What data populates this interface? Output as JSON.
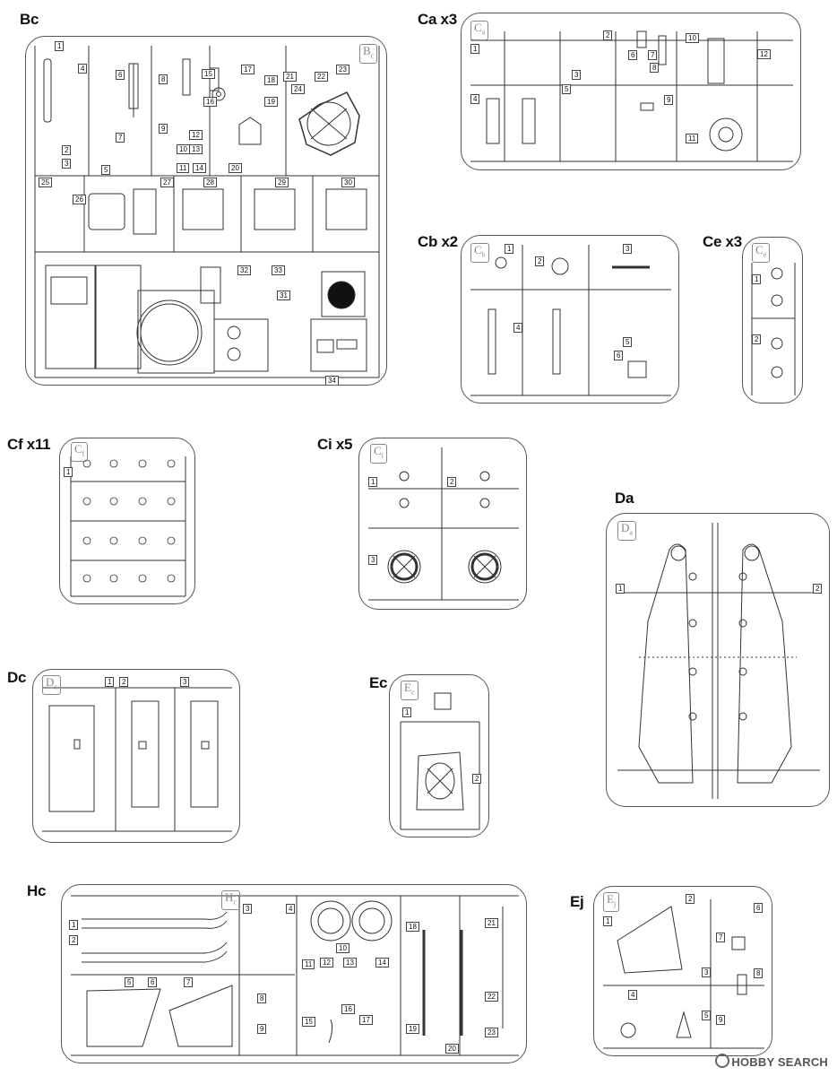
{
  "sprues": [
    {
      "id": "bc",
      "title": "Bc",
      "letter": "B",
      "sub": "c",
      "numbers": [
        "1",
        "2",
        "3",
        "4",
        "5",
        "6",
        "7",
        "8",
        "9",
        "10",
        "11",
        "12",
        "13",
        "14",
        "15",
        "16",
        "17",
        "18",
        "19",
        "20",
        "21",
        "22",
        "23",
        "24",
        "25",
        "26",
        "27",
        "28",
        "29",
        "30",
        "31",
        "32",
        "33",
        "34"
      ]
    },
    {
      "id": "ca",
      "title": "Ca x3",
      "letter": "C",
      "sub": "a",
      "numbers": [
        "1",
        "2",
        "3",
        "4",
        "5",
        "6",
        "7",
        "8",
        "9",
        "10",
        "11",
        "12"
      ]
    },
    {
      "id": "cb",
      "title": "Cb x2",
      "letter": "C",
      "sub": "b",
      "numbers": [
        "1",
        "2",
        "3",
        "4",
        "5",
        "6"
      ]
    },
    {
      "id": "ce",
      "title": "Ce x3",
      "letter": "C",
      "sub": "e",
      "numbers": [
        "1",
        "2"
      ]
    },
    {
      "id": "cf",
      "title": "Cf x11",
      "letter": "C",
      "sub": "f",
      "numbers": [
        "1"
      ]
    },
    {
      "id": "ci",
      "title": "Ci x5",
      "letter": "C",
      "sub": "i",
      "numbers": [
        "1",
        "2",
        "3"
      ]
    },
    {
      "id": "da",
      "title": "Da",
      "letter": "D",
      "sub": "a",
      "numbers": [
        "1",
        "2"
      ]
    },
    {
      "id": "dc",
      "title": "Dc",
      "letter": "D",
      "sub": "c",
      "numbers": [
        "1",
        "2",
        "3"
      ]
    },
    {
      "id": "ec",
      "title": "Ec",
      "letter": "E",
      "sub": "c",
      "numbers": [
        "1",
        "2"
      ]
    },
    {
      "id": "hc",
      "title": "Hc",
      "letter": "H",
      "sub": "c",
      "numbers": [
        "1",
        "2",
        "3",
        "4",
        "5",
        "6",
        "7",
        "8",
        "9",
        "10",
        "11",
        "12",
        "13",
        "14",
        "15",
        "16",
        "17",
        "18",
        "19",
        "20",
        "21",
        "22",
        "23"
      ]
    },
    {
      "id": "ej",
      "title": "Ej",
      "letter": "E",
      "sub": "j",
      "numbers": [
        "1",
        "2",
        "3",
        "4",
        "5",
        "6",
        "7",
        "8",
        "9"
      ]
    }
  ],
  "watermark": "HOBBY SEARCH",
  "colors": {
    "frame": "#555555",
    "line": "#333333",
    "bg": "#ffffff"
  }
}
